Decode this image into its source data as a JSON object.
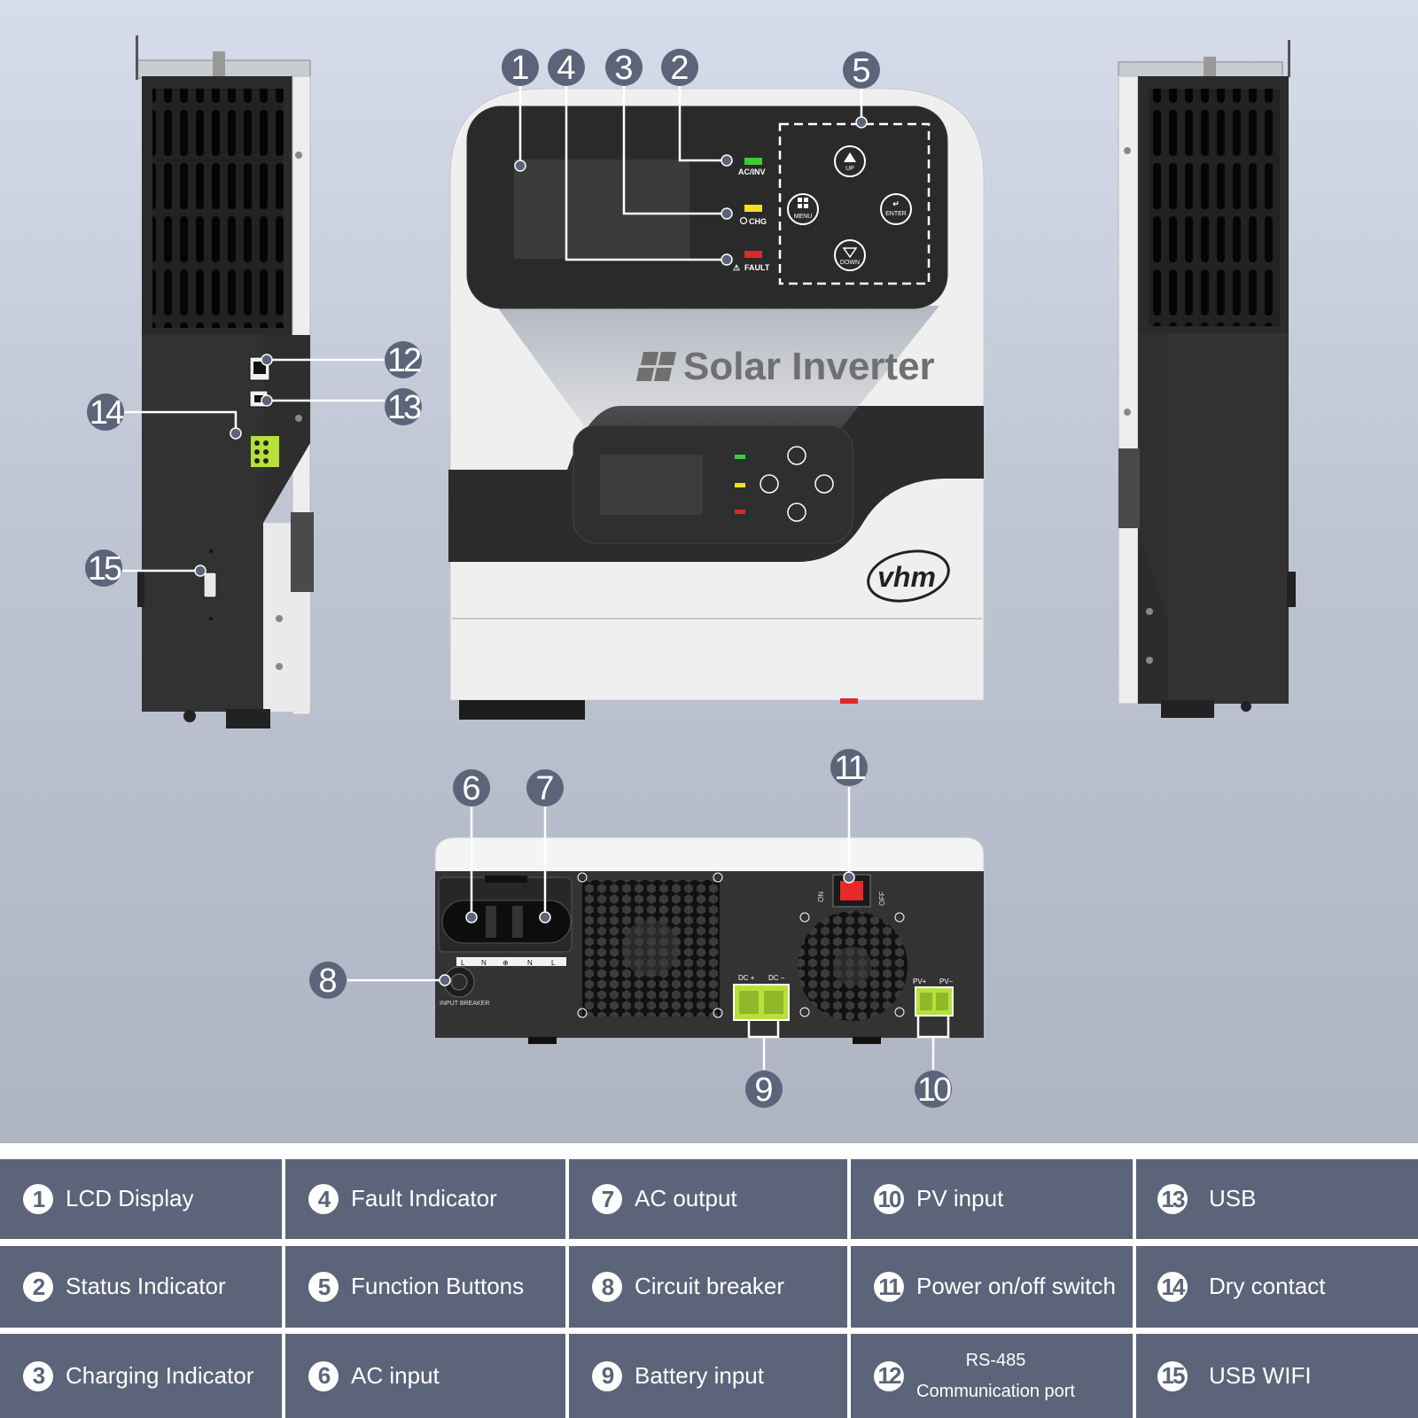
{
  "colors": {
    "callout": "#5b6478",
    "legend_bg": "#5b6478",
    "legend_text": "#ffffff",
    "led_green": "#37d12e",
    "led_yellow": "#f3e21b",
    "led_red": "#e3262b",
    "terminal_green": "#b5e13a",
    "switch_red": "#e8292b"
  },
  "callouts": {
    "n1": "1",
    "n2": "2",
    "n3": "3",
    "n4": "4",
    "n5": "5",
    "n6": "6",
    "n7": "7",
    "n8": "8",
    "n9": "9",
    "n10": "10",
    "n11": "11",
    "n12": "12",
    "n13": "13",
    "n14": "14",
    "n15": "15"
  },
  "front_panel": {
    "led_ac_inv": "AC/INV",
    "led_chg": "CHG",
    "led_fault": "FAULT",
    "btn_up": "UP",
    "btn_menu": "MENU",
    "btn_enter": "ENTER",
    "btn_down": "DOWN"
  },
  "brand": {
    "product": "Solar Inverter",
    "logo": "vhm"
  },
  "bottom_panel": {
    "input_breaker": "INPUT BREAKER",
    "dc_plus": "DC +",
    "dc_minus": "DC −",
    "pv_plus": "PV+",
    "pv_minus": "PV−",
    "switch_on": "ON",
    "switch_off": "OFF",
    "ac_terminals": [
      "L",
      "N",
      "⊕",
      "N",
      "L"
    ]
  },
  "legend": [
    {
      "num": "1",
      "label": "LCD Display"
    },
    {
      "num": "2",
      "label": "Status Indicator"
    },
    {
      "num": "3",
      "label": "Charging Indicator"
    },
    {
      "num": "4",
      "label": "Fault Indicator"
    },
    {
      "num": "5",
      "label": "Function Buttons"
    },
    {
      "num": "6",
      "label": "AC input"
    },
    {
      "num": "7",
      "label": "AC output"
    },
    {
      "num": "8",
      "label": "Circuit breaker"
    },
    {
      "num": "9",
      "label": "Battery input"
    },
    {
      "num": "10",
      "label": "PV input"
    },
    {
      "num": "11",
      "label": "Power on/off switch"
    },
    {
      "num": "12",
      "label_line1": "RS-485",
      "label_line2": "Communication port"
    },
    {
      "num": "13",
      "label": "USB"
    },
    {
      "num": "14",
      "label": "Dry contact"
    },
    {
      "num": "15",
      "label": "USB WIFI"
    }
  ]
}
